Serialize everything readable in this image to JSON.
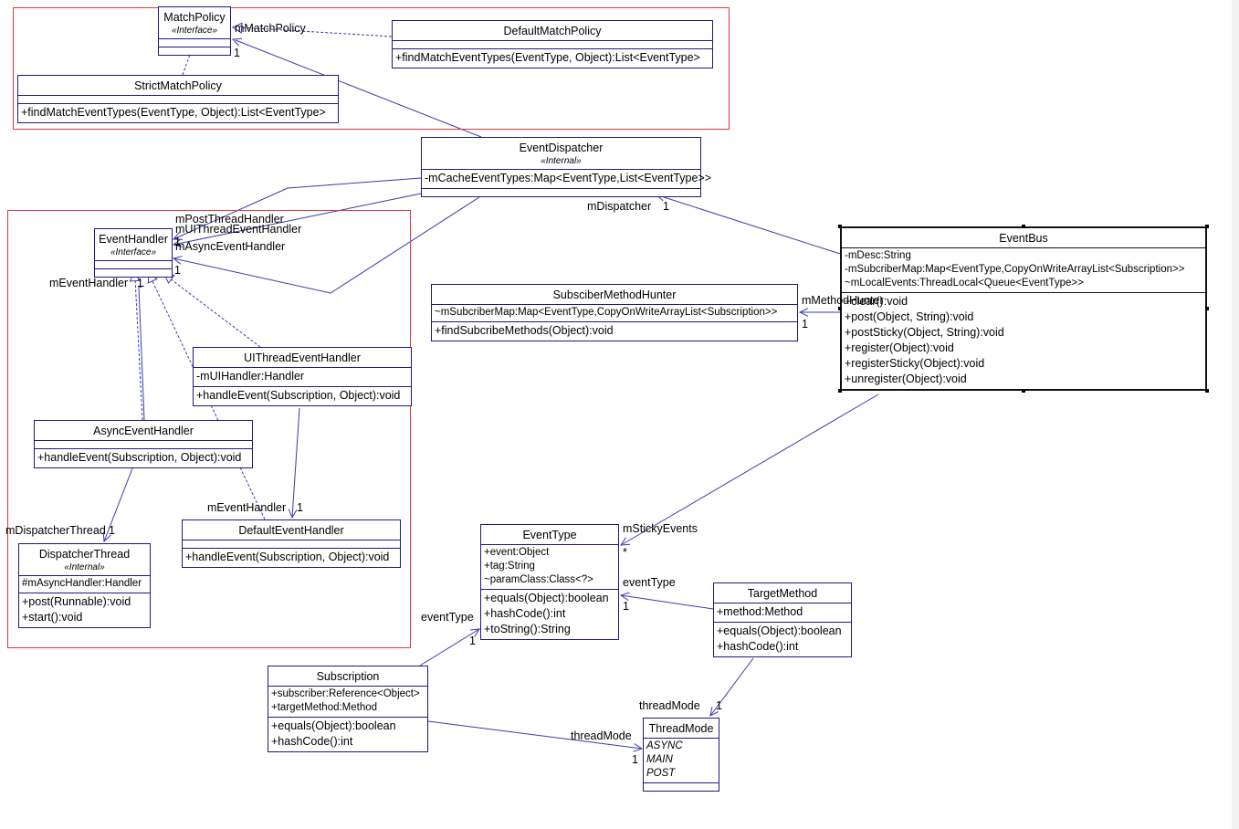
{
  "classes": {
    "match_policy": {
      "name": "MatchPolicy",
      "stereotype": "«Interface»",
      "attributes": [],
      "operations": []
    },
    "default_match_policy": {
      "name": "DefaultMatchPolicy",
      "attributes": [],
      "operations": [
        "+findMatchEventTypes(EventType, Object):List<EventType>"
      ]
    },
    "strict_match_policy": {
      "name": "StrictMatchPolicy",
      "attributes": [],
      "operations": [
        "+findMatchEventTypes(EventType, Object):List<EventType>"
      ]
    },
    "event_dispatcher": {
      "name": "EventDispatcher",
      "stereotype": "«Internal»",
      "attributes": [
        "-mCacheEventTypes:Map<EventType,List<EventType>>"
      ],
      "operations": []
    },
    "event_handler": {
      "name": "EventHandler",
      "stereotype": "«Interface»",
      "attributes": [],
      "operations": []
    },
    "ui_thread_event_handler": {
      "name": "UIThreadEventHandler",
      "attributes": [
        "-mUIHandler:Handler"
      ],
      "operations": [
        "+handleEvent(Subscription, Object):void"
      ]
    },
    "async_event_handler": {
      "name": "AsyncEventHandler",
      "attributes": [],
      "operations": [
        "+handleEvent(Subscription, Object):void"
      ]
    },
    "default_event_handler": {
      "name": "DefaultEventHandler",
      "attributes": [],
      "operations": [
        "+handleEvent(Subscription, Object):void"
      ]
    },
    "dispatcher_thread": {
      "name": "DispatcherThread",
      "stereotype": "«Internal»",
      "attributes": [
        "#mAsyncHandler:Handler"
      ],
      "operations": [
        "+post(Runnable):void",
        "+start():void"
      ]
    },
    "subscriber_method_hunter": {
      "name": "SubsciberMethodHunter",
      "attributes": [
        "~mSubcriberMap:Map<EventType,CopyOnWriteArrayList<Subscription>>"
      ],
      "operations": [
        "+findSubcribeMethods(Object):void"
      ]
    },
    "event_bus": {
      "name": "EventBus",
      "attributes": [
        "-mDesc:String",
        "-mSubcriberMap:Map<EventType,CopyOnWriteArrayList<Subscription>>",
        "~mLocalEvents:ThreadLocal<Queue<EventType>>"
      ],
      "operations": [
        "+clear():void",
        "+post(Object, String):void",
        "+postSticky(Object, String):void",
        "+register(Object):void",
        "+registerSticky(Object):void",
        "+unregister(Object):void"
      ]
    },
    "event_type": {
      "name": "EventType",
      "attributes": [
        "+event:Object",
        "+tag:String",
        "~paramClass:Class<?>"
      ],
      "operations": [
        "+equals(Object):boolean",
        "+hashCode():int",
        "+toString():String"
      ]
    },
    "target_method": {
      "name": "TargetMethod",
      "attributes": [
        "+method:Method"
      ],
      "operations": [
        "+equals(Object):boolean",
        "+hashCode():int"
      ]
    },
    "subscription": {
      "name": "Subscription",
      "attributes": [
        "+subscriber:Reference<Object>",
        "+targetMethod:Method"
      ],
      "operations": [
        "+equals(Object):boolean",
        "+hashCode():int"
      ]
    },
    "thread_mode": {
      "name": "ThreadMode",
      "attributes": [
        "ASYNC",
        "MAIN",
        "POST"
      ],
      "operations": []
    }
  },
  "labels": {
    "m_match_policy": "mMatchPolicy",
    "mult_match_policy": "1",
    "m_post_thread_handler": "mPostThreadHandler",
    "m_ui_thread_event_handler": "mUIThreadEventHandler",
    "m_async_event_handler": "mAsyncEventHandler",
    "mult_eh_1": "1",
    "mult_eh_2": "1",
    "m_dispatcher": "mDispatcher",
    "mult_dispatcher": "1",
    "m_event_handler_left": "mEventHandler",
    "mult_event_handler_left": "1",
    "m_method_hunter": "mMethodHunter",
    "mult_method_hunter": "1",
    "m_dispatcher_thread": "mDispatcherThread",
    "mult_dispatcher_thread": "1",
    "m_event_handler_bottom": "mEventHandler",
    "mult_event_handler_bottom": "1",
    "m_sticky_events": "mStickyEvents",
    "mult_sticky_events": "*",
    "event_type_right": "eventType",
    "mult_event_type_right": "1",
    "event_type_left": "eventType",
    "mult_event_type_left": "1",
    "thread_mode_top": "threadMode",
    "mult_thread_mode_top": "1",
    "thread_mode_left": "threadMode",
    "mult_thread_mode_left": "1"
  },
  "colors": {
    "class_border": "#1a1a80",
    "package_border": "#d9393c",
    "line": "#3a3ab0"
  }
}
